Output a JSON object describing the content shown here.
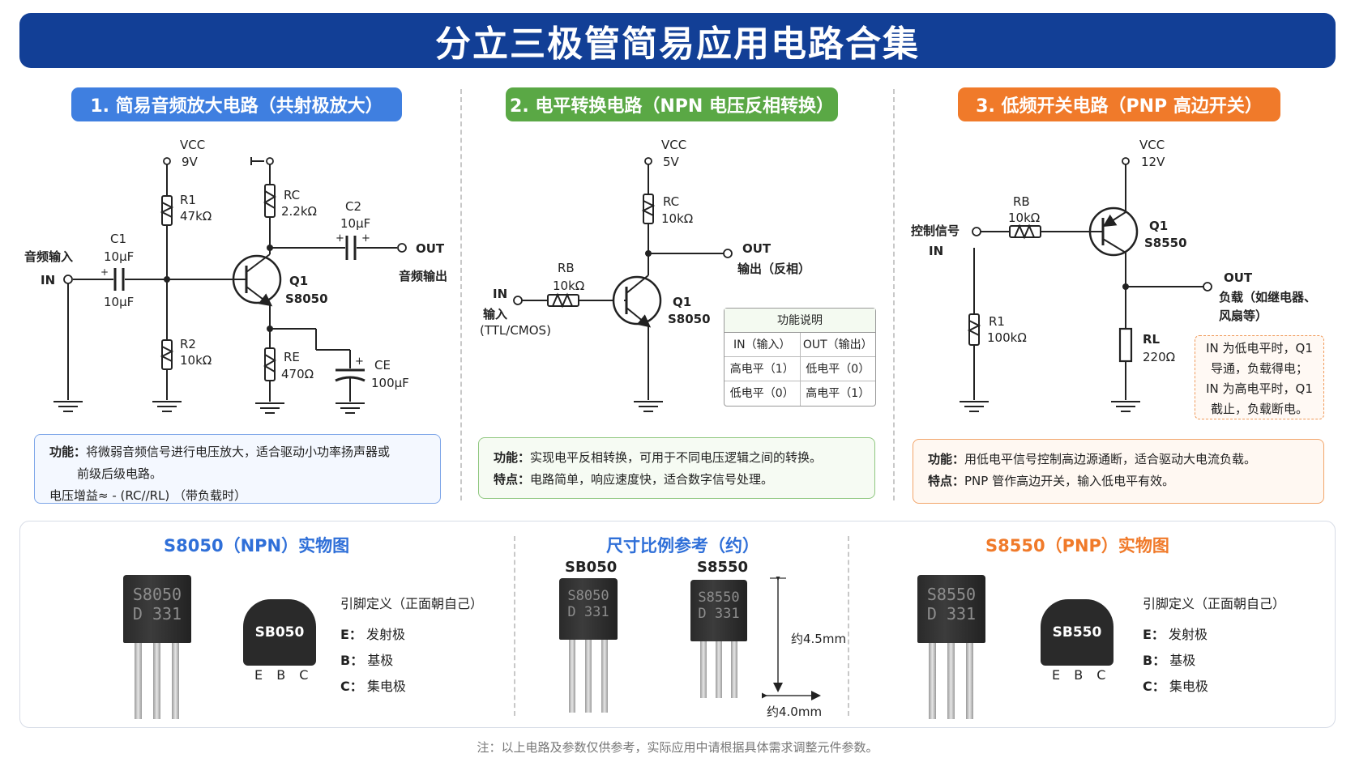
{
  "title": "分立三极管简易应用电路合集",
  "sections": [
    {
      "title": "1. 简易音频放大电路（共射极放大）",
      "color": "#3f7fe0"
    },
    {
      "title": "2. 电平转换电路（NPN 电压反相转换）",
      "color": "#5aa845"
    },
    {
      "title": "3. 低频开关电路（PNP 高边开关）",
      "color": "#f07a2a"
    }
  ],
  "circuit1": {
    "vcc": "VCC",
    "vcc_value": "9V",
    "r1": "R1",
    "r1_value": "47kΩ",
    "r2": "R2",
    "r2_value": "10kΩ",
    "rc": "RC",
    "rc_value": "2.2kΩ",
    "re": "RE",
    "re_value": "470Ω",
    "c1": "C1",
    "c1_value": "10μF",
    "c1_value2": "10μF",
    "c2": "C2",
    "c2_value": "10μF",
    "ce": "CE",
    "ce_value": "100μF",
    "q": "Q1",
    "q_model": "S8050",
    "in_label": "音频输入",
    "in": "IN",
    "out": "OUT",
    "out_label": "音频输出",
    "plus": "+"
  },
  "circuit2": {
    "vcc": "VCC",
    "vcc_value": "5V",
    "rc": "RC",
    "rc_value": "10kΩ",
    "rb": "RB",
    "rb_value": "10kΩ",
    "in": "IN",
    "in_label": "输入",
    "in_type": "(TTL/CMOS)",
    "out": "OUT",
    "out_label": "输出（反相）",
    "q": "Q1",
    "q_model": "S8050"
  },
  "func_table": {
    "title": "功能说明",
    "header": [
      "IN（输入）",
      "OUT（输出）"
    ],
    "rows": [
      [
        "高电平（1）",
        "低电平（0）"
      ],
      [
        "低电平（0）",
        "高电平（1）"
      ]
    ]
  },
  "circuit3": {
    "vcc": "VCC",
    "vcc_value": "12V",
    "rb": "RB",
    "rb_value": "10kΩ",
    "r1": "R1",
    "r1_value": "100kΩ",
    "rl": "RL",
    "rl_value": "220Ω",
    "ctrl_label": "控制信号",
    "in": "IN",
    "q": "Q1",
    "q_model": "S8550",
    "out": "OUT",
    "load_label": "负载（如继电器、",
    "load_label2": "风扇等）",
    "info": [
      "IN 为低电平时，Q1",
      "导通，负载得电；",
      "IN 为高电平时，Q1",
      "截止，负载断电。"
    ]
  },
  "notes": {
    "n1": {
      "func_key": "功能：",
      "func_text": "将微弱音频信号进行电压放大，适合驱动小功率扬声器或",
      "func_text2": "前级后级电路。",
      "gain": "电压增益≈ - (RC//RL) （带负载时）"
    },
    "n2": {
      "func_key": "功能：",
      "func_text": "实现电平反相转换，可用于不同电压逻辑之间的转换。",
      "feat_key": "特点：",
      "feat_text": "电路简单，响应速度快，适合数字信号处理。"
    },
    "n3": {
      "func_key": "功能：",
      "func_text": "用低电平信号控制高边源通断，适合驱动大电流负载。",
      "feat_key": "特点：",
      "feat_text": "PNP 管作高边开关，输入低电平有效。"
    }
  },
  "bottom": {
    "npn_title": "S8050（NPN）实物图",
    "scale_title": "尺寸比例参考（约）",
    "pnp_title": "S8550（PNP）实物图",
    "npn_marking": [
      "S8050",
      "D 331"
    ],
    "pnp_marking": [
      "S8550",
      "D 331"
    ],
    "npn_top": "SB050",
    "pnp_top": "SB550",
    "ebc": "E B C",
    "pin_def": "引脚定义（正面朝自己）",
    "pins": [
      {
        "key": "E：",
        "val": "发射极"
      },
      {
        "key": "B：",
        "val": "基极"
      },
      {
        "key": "C：",
        "val": "集电极"
      }
    ],
    "scale_label_a": "SB050",
    "scale_label_b": "S8550",
    "height_dim": "约4.5mm",
    "width_dim": "约4.0mm"
  },
  "footer": "注：以上电路及参数仅供参考，实际应用中请根据具体需求调整元件参数。",
  "colors": {
    "banner": "#123f96",
    "npn": "#2f6fd8",
    "pnp": "#f07a2a",
    "scale": "#2f6fd8"
  }
}
